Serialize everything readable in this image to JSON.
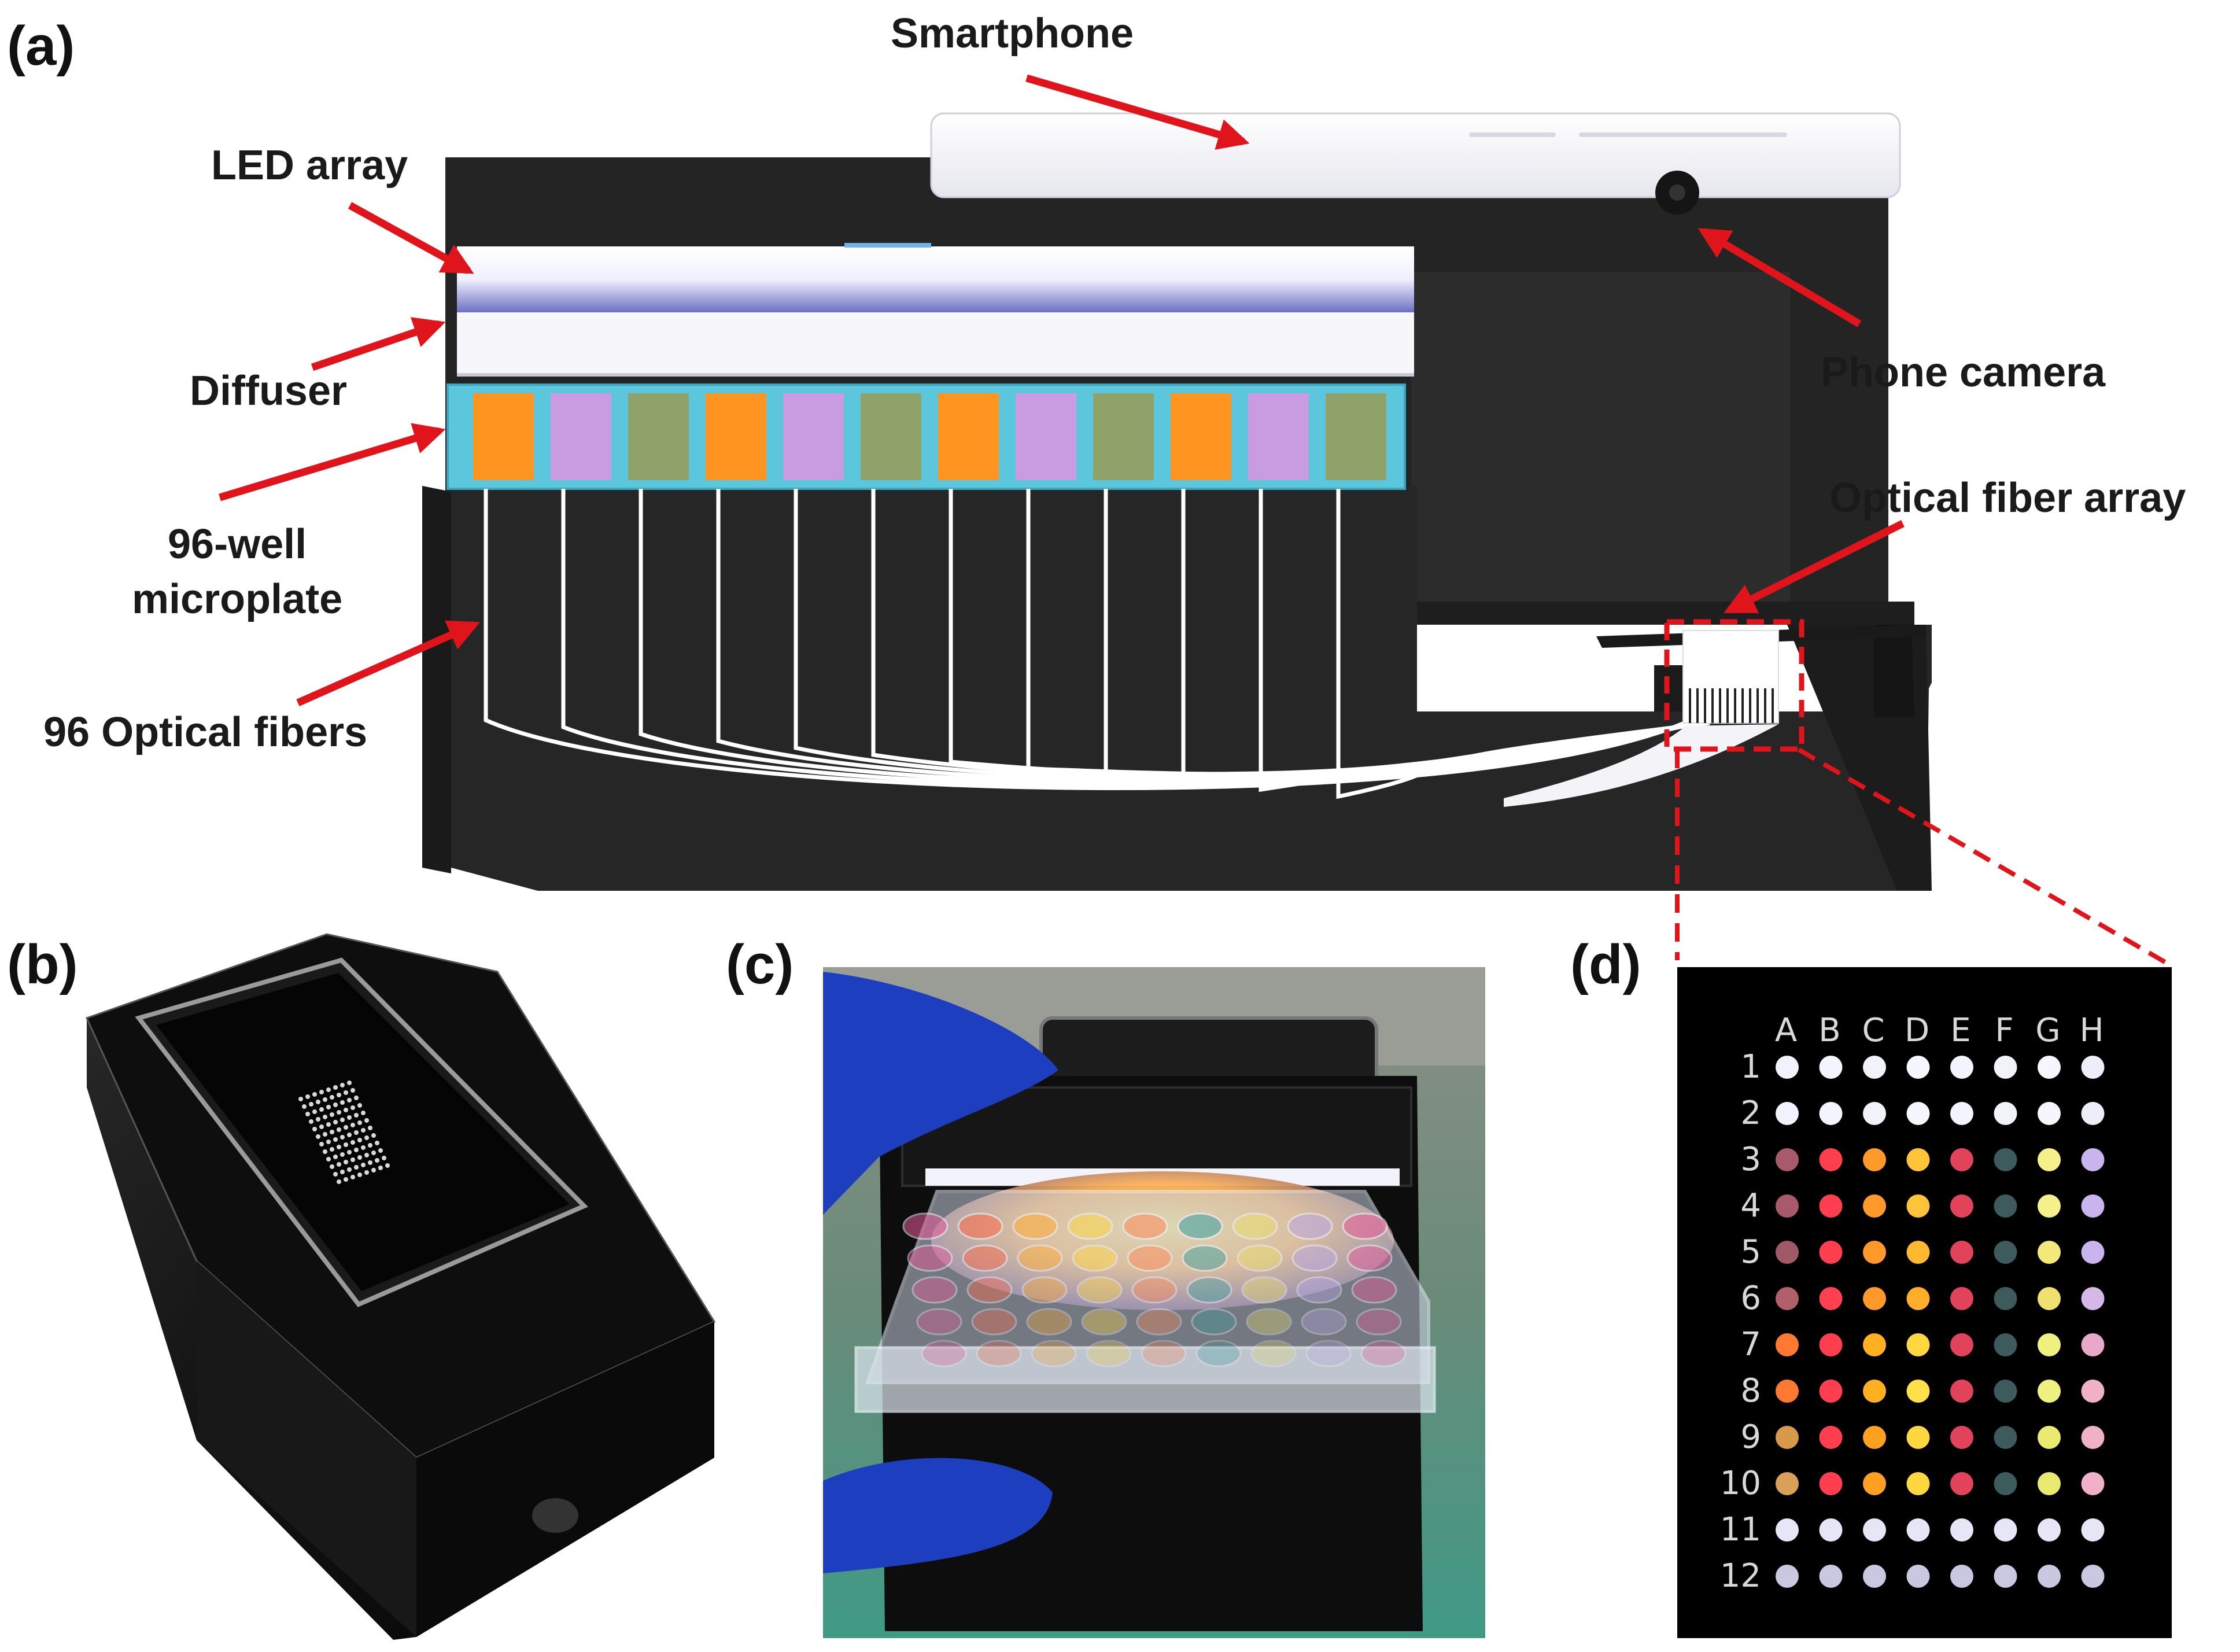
{
  "panels": {
    "a": "(a)",
    "b": "(b)",
    "c": "(c)",
    "d": "(d)"
  },
  "labels": {
    "smartphone": "Smartphone",
    "led_array": "LED array",
    "diffuser": "Diffuser",
    "microplate_line1": "96-well",
    "microplate_line2": "microplate",
    "fibers": "96 Optical fibers",
    "phone_camera": "Phone camera",
    "fiber_array": "Optical fiber array"
  },
  "plate_columns": [
    "A",
    "B",
    "C",
    "D",
    "E",
    "F",
    "G",
    "H"
  ],
  "plate_rows": [
    "1",
    "2",
    "3",
    "4",
    "5",
    "6",
    "7",
    "8",
    "9",
    "10",
    "11",
    "12"
  ],
  "well_colors": [
    [
      "#f2f2ff",
      "#f4f4ff",
      "#f2f2fb",
      "#f6f6ff",
      "#f4f4ff",
      "#f2f2fb",
      "#f6f6ff",
      "#eeeefa"
    ],
    [
      "#f2f2ff",
      "#f4f4ff",
      "#f2f2fb",
      "#f6f6ff",
      "#f4f4ff",
      "#f2f2fb",
      "#f6f6ff",
      "#eeeefa"
    ],
    [
      "#a85a6a",
      "#ff3f4f",
      "#ff9a2a",
      "#ffc43a",
      "#e0435a",
      "#3d5a5c",
      "#f6f08a",
      "#c9b4ee"
    ],
    [
      "#a85a6a",
      "#ff3f4f",
      "#ff9a2a",
      "#ffc43a",
      "#e0435a",
      "#3d5a5c",
      "#f6f08a",
      "#c9b4ee"
    ],
    [
      "#a05a66",
      "#ff3f4f",
      "#ff9a2a",
      "#ffb830",
      "#e0435a",
      "#3d5a5c",
      "#f2e97a",
      "#c9b4ee"
    ],
    [
      "#b0606a",
      "#ff4050",
      "#ff9a2a",
      "#ffae2a",
      "#e0435a",
      "#3d5a5c",
      "#efe070",
      "#d6b8e8"
    ],
    [
      "#ff7a30",
      "#ff3f4f",
      "#ffb020",
      "#ffd840",
      "#e0435a",
      "#3d5a5c",
      "#eef080",
      "#e8a9c8"
    ],
    [
      "#ff7a30",
      "#ff3f4f",
      "#ffb020",
      "#ffe04a",
      "#e0435a",
      "#3d5a5c",
      "#eef080",
      "#f0b0c8"
    ],
    [
      "#d89a4a",
      "#ff3f4f",
      "#ffa020",
      "#ffd840",
      "#e0435a",
      "#3d5a5c",
      "#eaea70",
      "#f0b0c8"
    ],
    [
      "#d8a058",
      "#ff3f4f",
      "#ffa020",
      "#ffd840",
      "#e0435a",
      "#3d5a5c",
      "#eaea70",
      "#f0b0c8"
    ],
    [
      "#e6e6f6",
      "#e6e6f6",
      "#e6e6f6",
      "#e6e6f6",
      "#e6e6f6",
      "#e6e6f6",
      "#e6e6f6",
      "#e6e6f6"
    ],
    [
      "#c8c8e0",
      "#c8c8e0",
      "#c8c8e0",
      "#c8c8e0",
      "#c8c8e0",
      "#c8c8e0",
      "#c8c8e0",
      "#c8c8e0"
    ]
  ],
  "microplate_strip_colors": [
    "#ff9421",
    "#c99be0",
    "#8ea26a",
    "#ff9421",
    "#c99be0",
    "#8ea26a",
    "#ff9421",
    "#c99be0",
    "#8ea26a",
    "#ff9421",
    "#c99be0",
    "#8ea26a"
  ],
  "colors": {
    "arrow": "#e0141b",
    "housing": "#2b2b2b",
    "plate_frame": "#5bc6dc",
    "callout": "#e0141b"
  }
}
